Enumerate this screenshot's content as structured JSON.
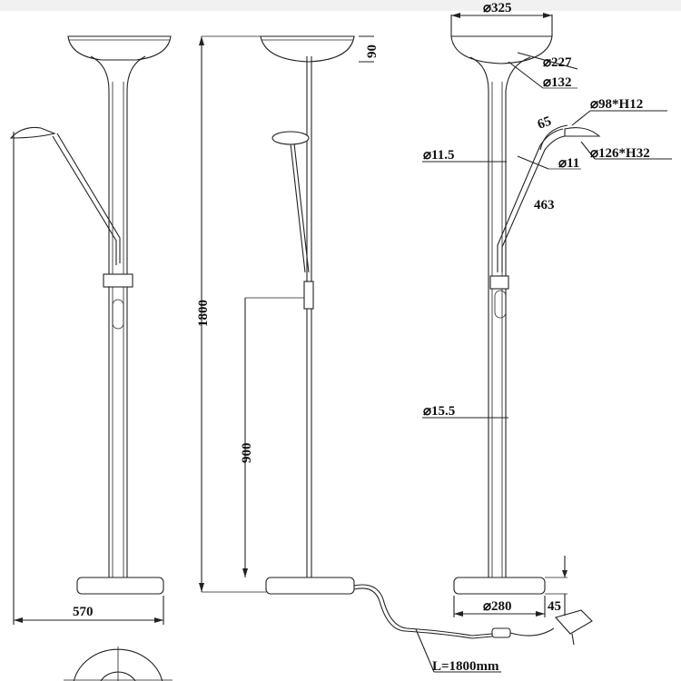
{
  "title": "Floor lamp dimension drawing",
  "dimensions": {
    "bowl_diameter": "⌀325",
    "bowl_height": "90",
    "bowl_inner": "⌀227",
    "bowl_neck": "⌀132",
    "head_top": "⌀98*H12",
    "head_bottom": "⌀126*H32",
    "flex_length": "65",
    "arm_diameter": "⌀11",
    "stem_upper": "⌀11.5",
    "arm_length": "463",
    "stem_lower": "⌀15.5",
    "total_height": "1800",
    "switch_height": "900",
    "width": "570",
    "base_diameter": "⌀280",
    "base_height": "45",
    "cable_length": "L=1800mm"
  }
}
